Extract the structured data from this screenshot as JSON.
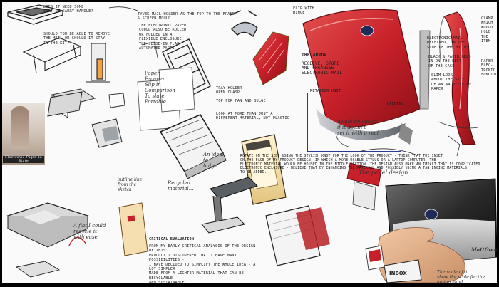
{
  "board": {
    "background": "#fafafa",
    "accent_red": "#c8202a",
    "accent_blue": "#2a3a8c",
    "notes": {
      "top_left_1": "Does it need some\nsort of carry handle?",
      "top_left_2": "Should you be able to remove\nthe mail or should it stay\nin the kit?",
      "top_center_1": "Tyvek mail holder as the top to the frame\n& screen mould",
      "top_center_2": "The electronic paper\ncould also be rolled\nor folded in a\nflexible enclosure\nthe slide-in flap\nautomated parts",
      "red_callout": "Tray holder\nopen clasp",
      "fan_note": "Top for fan and bulge",
      "look_note": "Look at more than just a\ndifferent material, not plastic",
      "flip": "Flip with\nhinge",
      "receive_label": "Electronic mail\nreceived, on the\nside of the holder",
      "black_paper": "Black & paper held\nin on the rest\nof the case",
      "slim_look": "Slim look\nabout the size\nof an A4 piece of\npaper",
      "right_edge": "Clamp\nwhich\nwould\nhold\nthe\nitem",
      "right_edge_2": "Paper\nelec-\ntronic\nfunction",
      "arrow_title": "The Arrow",
      "arrow_body": "Receive, store\nand organise\nelectronic mail",
      "retain": "Retainer Unit",
      "opening": "Opening",
      "center_body": "Rotate on the side using the stylish knot for the look of the product - think that the inset\non the face of my product design, in which a more usable stylus or a laptop computer. The\nelectronic material would be housed in the middle section. The design also make an impact that is complicated\nelectronic enclosure - believe that by enhancing the material and possibly using a tan engine materials\nto be added.",
      "critical_title": "Critical evaluation",
      "critical_body": "From my early critical analysis of the design of this\nproduct I discovered that I have many possibilities -\nI have decided to simplify the whole idea - a lot simpler\nmade from a lighter material that can be recyclable\nand sustainable.",
      "paper_text": "Paper\nE-paper\nSlip in\nComparison\nTo slate\nPortable",
      "inbox_label": "INBOX",
      "mid_hand_1": "An ideal\nto\nbulge",
      "mid_hand_2": "Recycled\nmaterial...",
      "right_hand_1": "would be easier\nif it doesn't\nset it with a real",
      "panel_design": "The panel design",
      "bottom_right_hand": "The scale of it\nshow the scale for the\nlaptop hand",
      "flat_note": "A flat I could\nrecycle it\nwith ease",
      "outline_caption": "outline line\nfrom the\nsketch"
    },
    "photo_caption": "Electronic Pages in Slate",
    "signature": "MattGoodall"
  }
}
